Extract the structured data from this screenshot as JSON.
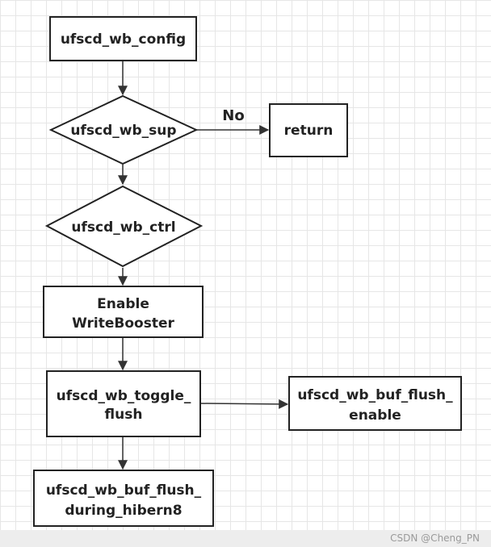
{
  "diagram": {
    "nodes": {
      "config": "ufscd_wb_config",
      "sup": "ufscd_wb_sup",
      "return": "return",
      "ctrl": "ufscd_wb_ctrl",
      "enable": [
        "Enable",
        "WriteBooster"
      ],
      "toggle": [
        "ufscd_wb_toggle_",
        "flush"
      ],
      "buf_enable": [
        "ufscd_wb_buf_flush_",
        "enable"
      ],
      "hibern8": [
        "ufscd_wb_buf_flush_",
        "during_hibern8"
      ]
    },
    "edge_labels": {
      "sup_to_return": "No"
    }
  },
  "watermark": "CSDN @Cheng_PN"
}
